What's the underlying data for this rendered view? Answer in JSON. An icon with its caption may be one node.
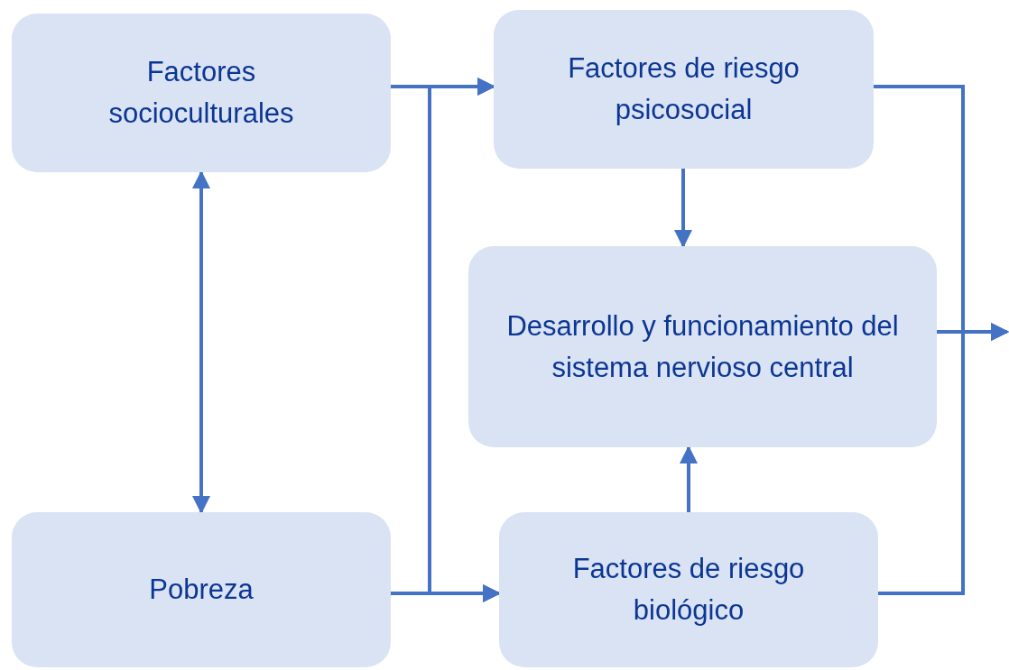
{
  "diagram": {
    "nodes": [
      {
        "text": [
          "Factores socioculturales"
        ]
      },
      {
        "text": [
          "Factores de riesgo psicosocial"
        ]
      },
      {
        "text": [
          "Desarrollo y funcionamiento del sistema nervioso central"
        ]
      },
      {
        "text": [
          "Pobreza"
        ]
      },
      {
        "text": [
          "Factores de riesgo biológico"
        ]
      }
    ],
    "edges": [
      {
        "from": 0,
        "to": 1,
        "arrow": "to"
      },
      {
        "from": 0,
        "to": 4,
        "arrow": "to"
      },
      {
        "from": 3,
        "to": 1,
        "arrow": "to"
      },
      {
        "from": 3,
        "to": 4,
        "arrow": "to"
      },
      {
        "from": 0,
        "to": 3,
        "arrow": "both"
      },
      {
        "from": 1,
        "to": 2,
        "arrow": "to"
      },
      {
        "from": 4,
        "to": 2,
        "arrow": "to"
      },
      {
        "from": 1,
        "to": null,
        "arrow": "to"
      },
      {
        "from": 4,
        "to": null,
        "arrow": "to"
      },
      {
        "from": 2,
        "to": null,
        "arrow": "to"
      }
    ]
  }
}
